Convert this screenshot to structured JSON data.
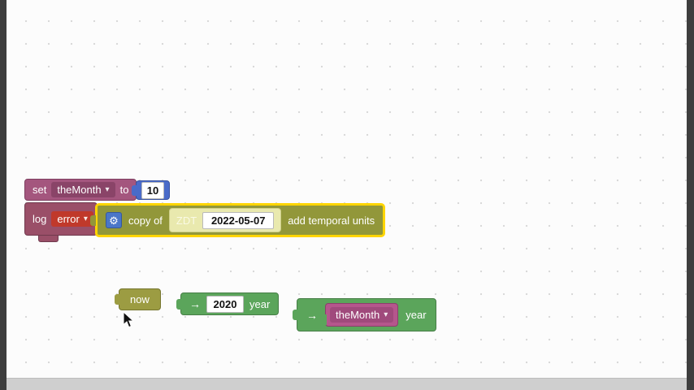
{
  "colors": {
    "background": "#fcfcfc",
    "grid_dot": "#d9d9d9",
    "edge_bar": "#3e3e3e",
    "scrollbar": "#cfcfcf",
    "variable_purple": "#a4567e",
    "variable_purple_dark": "#8a4468",
    "log_maroon": "#9a4f68",
    "error_red": "#c0392b",
    "number_blue": "#4a6bc9",
    "datetime_olive": "#92973a",
    "selection_yellow": "#ffd500",
    "zdt_chip_pale": "#e9e9ae",
    "getter_green": "#5ba55b",
    "now_olive": "#9c9c42",
    "month_magenta": "#b5568c",
    "month_magenta_dark": "#a04a7c",
    "gear_blue": "#4a76c8"
  },
  "icons": {
    "dropdown_caret": "▾",
    "gear": "⚙",
    "convert_arrow": "→"
  },
  "blocks": {
    "set_variable": {
      "keyword": "set",
      "variable": "theMonth",
      "preposition": "to",
      "value": "10"
    },
    "log": {
      "keyword": "log",
      "level": "error"
    },
    "copy_of": {
      "label": "copy of",
      "type_tag": "ZDT",
      "date_value": "2022-05-07",
      "suffix_label": "add temporal units"
    },
    "now": {
      "label": "now"
    },
    "year_of_2020": {
      "value": "2020",
      "label": "year"
    },
    "year_of_variable": {
      "variable": "theMonth",
      "label": "year"
    }
  }
}
